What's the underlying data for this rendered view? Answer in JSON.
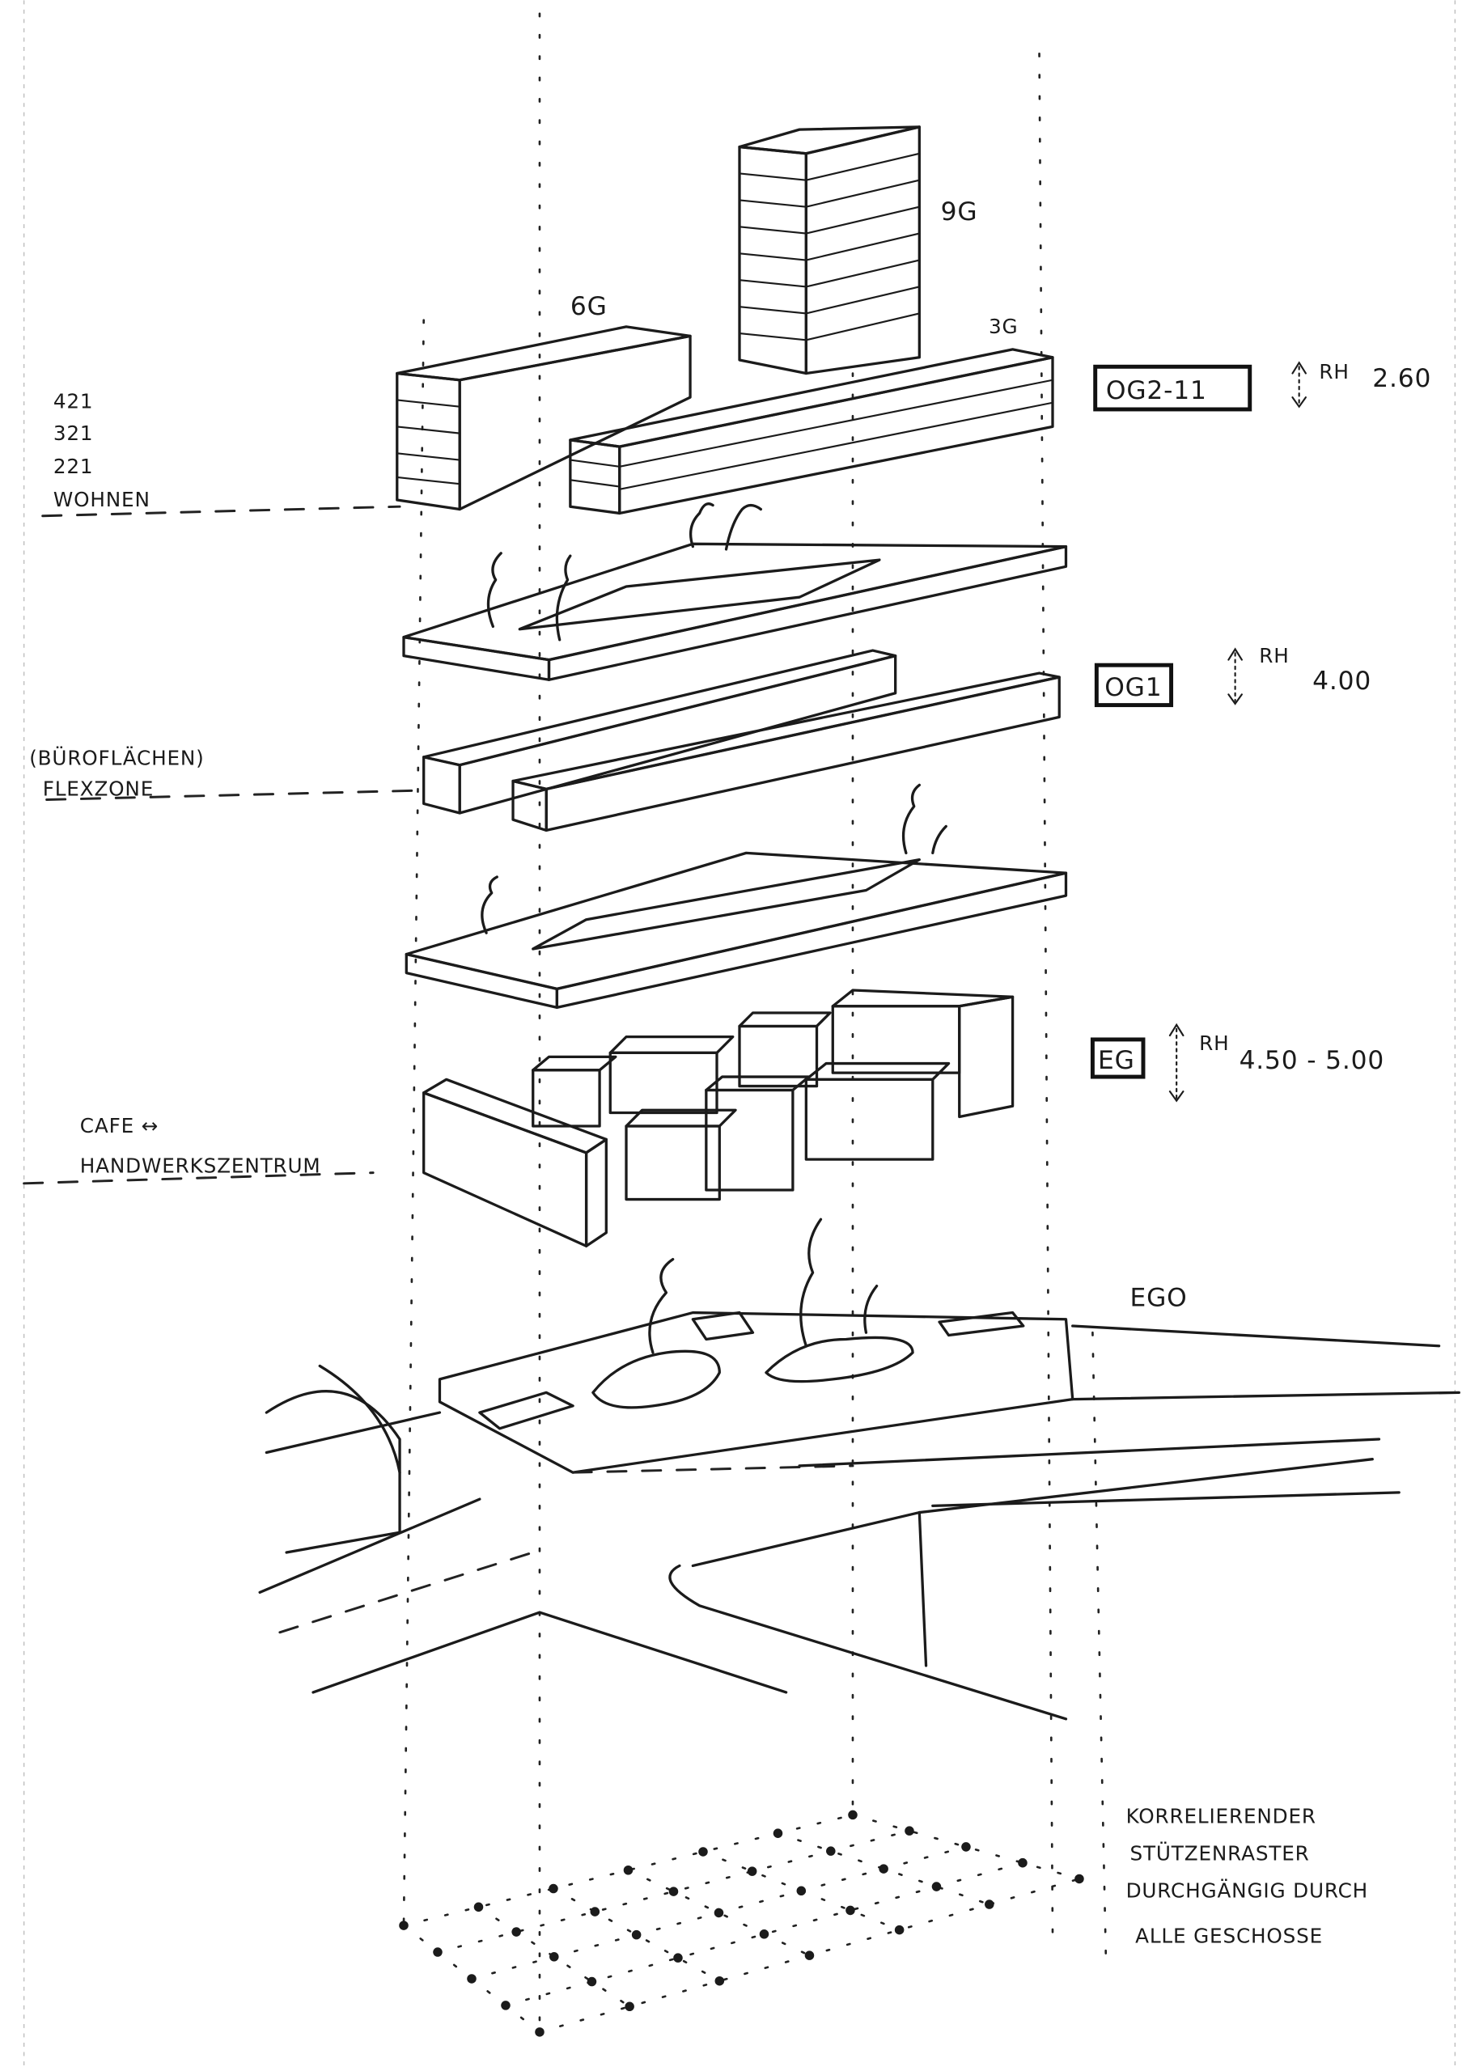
{
  "sketch": {
    "building_labels": {
      "block_6g": "6G",
      "tower_9g": "9G",
      "bar_3g": "3G"
    },
    "left_notes": {
      "units": [
        "421",
        "321",
        "221"
      ],
      "living": "WOHNEN",
      "office": "(BÜROFLÄCHEN)",
      "flex": "FLEXZONE",
      "cafe": "CAFE ↔",
      "craft": "HANDWERKSZENTRUM"
    },
    "levels": [
      {
        "tag": "OG2-11",
        "rh_label": "RH",
        "height": "2.60"
      },
      {
        "tag": "OG1",
        "rh_label": "RH",
        "height": "4.00"
      },
      {
        "tag": "EG",
        "rh_label": "RH",
        "height": "4.50 - 5.00"
      }
    ],
    "ground_label": "EGO",
    "grid_note": [
      "KORRELIERENDER",
      "STÜTZENRASTER",
      "DURCHGÄNGIG DURCH",
      "ALLE GESCHOSSE"
    ]
  }
}
